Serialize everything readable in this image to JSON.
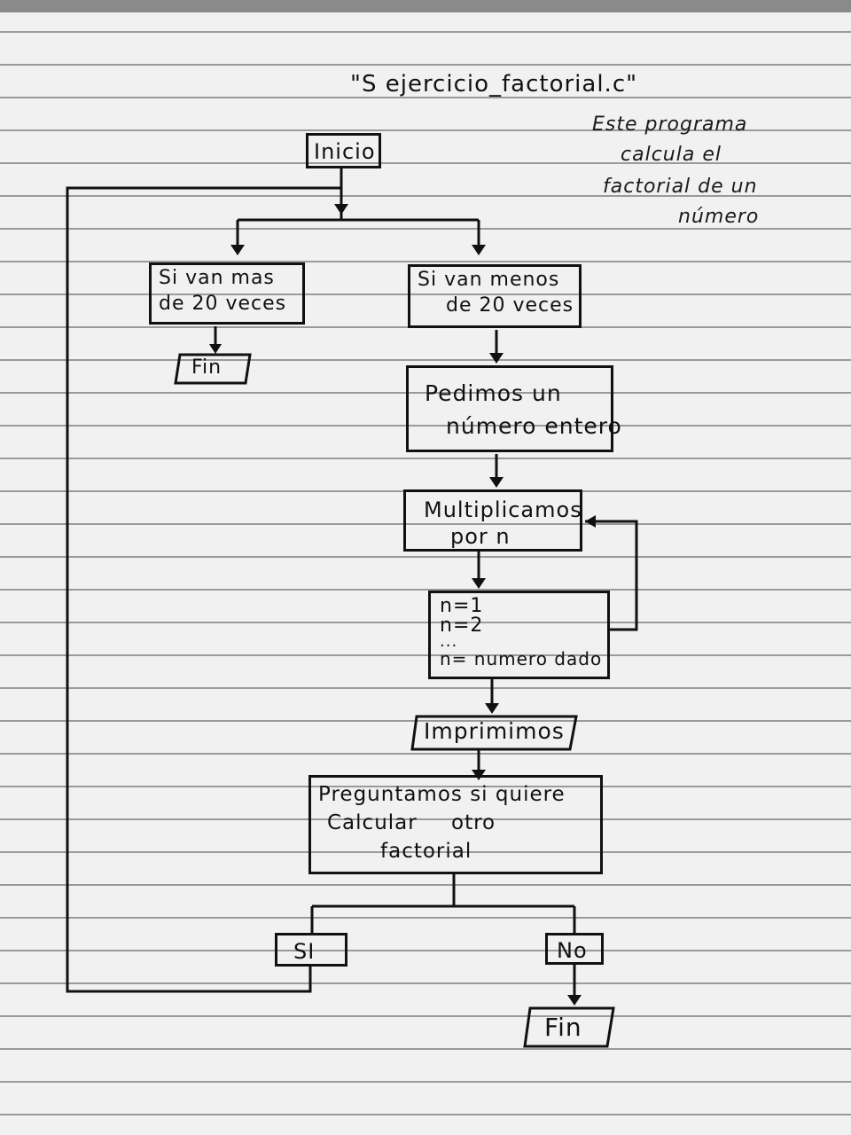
{
  "title": "\"S ejercicio_factorial.c\"",
  "note": [
    "Este programa",
    "calcula el",
    "factorial de un",
    "número"
  ],
  "nodes": {
    "inicio": "Inicio",
    "mas20_l1": "Si van mas",
    "mas20_l2": "de 20 veces",
    "fin1": "Fin",
    "menos20_l1": "Si van menos",
    "menos20_l2": "de 20 veces",
    "pedimos_l1": "Pedimos un",
    "pedimos_l2": "número entero",
    "multi_l1": "Multiplicamos",
    "multi_l2": "por n",
    "n1": "n=1",
    "n2": "n=2",
    "ndots": "...",
    "nfin": "n= numero dado",
    "imprimimos": "Imprimimos",
    "preg_l1": "Preguntamos si quiere",
    "preg_l2": "Calcular otro",
    "preg_l3": "factorial",
    "si": "SI",
    "no": "No",
    "fin2": "Fin"
  },
  "colors": {
    "ink": "#111111",
    "paper": "#f1f1f1",
    "rule": "#9a9a9a"
  }
}
